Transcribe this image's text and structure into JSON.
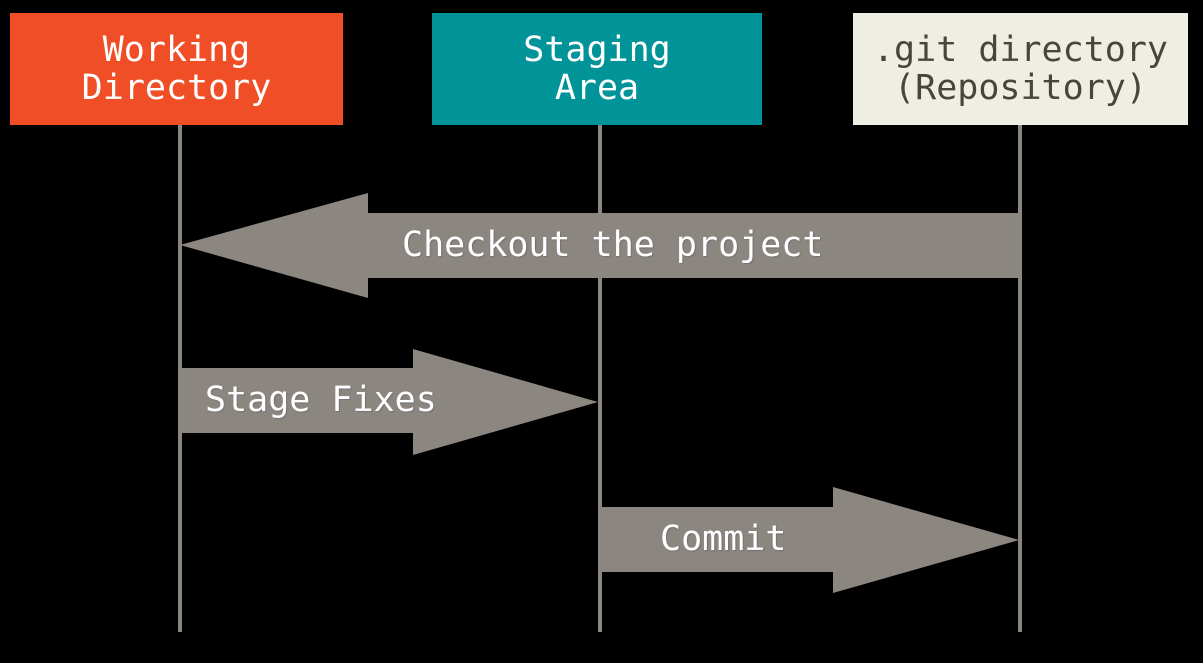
{
  "diagram": {
    "title_boxes": [
      {
        "id": "working-directory",
        "label": "Working\nDirectory",
        "color": "#f04e26",
        "text_color": "#ffffff"
      },
      {
        "id": "staging-area",
        "label": "Staging\nArea",
        "color": "#009499",
        "text_color": "#ffffff"
      },
      {
        "id": "git-directory",
        "label": ".git directory\n(Repository)",
        "color": "#efeee5",
        "text_color": "#4a443c"
      }
    ],
    "arrows": [
      {
        "label": "Checkout the project",
        "direction": "left",
        "from": "git-directory",
        "to": "working-directory"
      },
      {
        "label": "Stage Fixes",
        "direction": "right",
        "from": "working-directory",
        "to": "staging-area"
      },
      {
        "label": "Commit",
        "direction": "right",
        "from": "staging-area",
        "to": "git-directory"
      }
    ],
    "colors": {
      "background": "#000000",
      "arrow": "#8c8680",
      "lifeline": "#8c8680"
    }
  }
}
